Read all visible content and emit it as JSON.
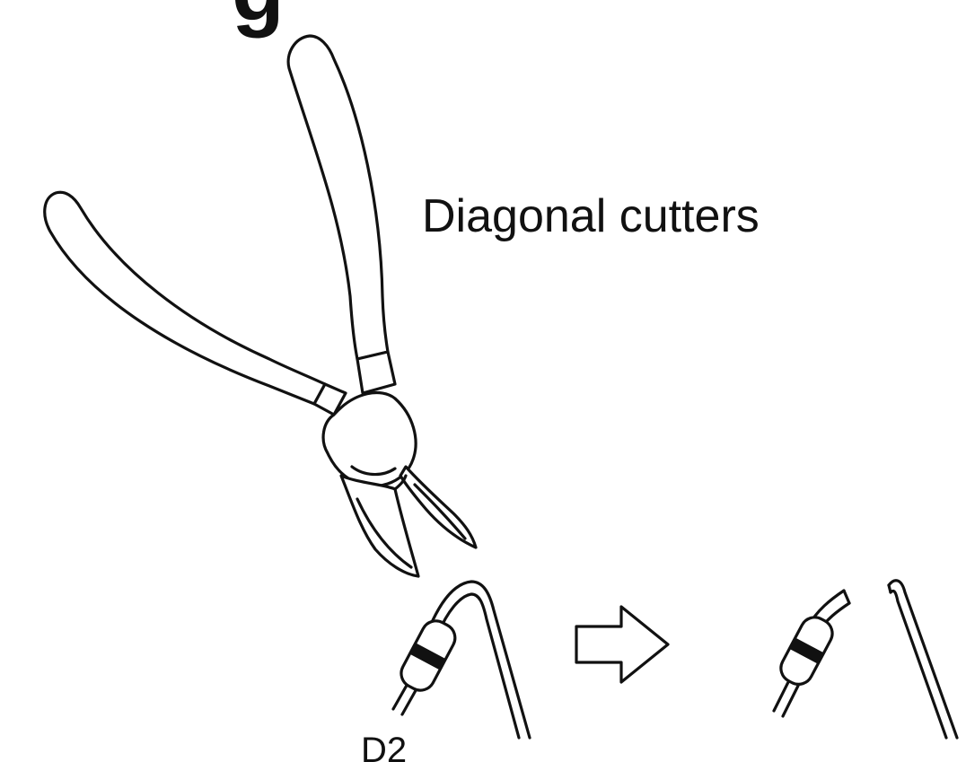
{
  "labels": {
    "title_fragment": "g",
    "tool_label": "Diagonal cutters",
    "component_label": "D2"
  },
  "icons": {
    "tool": "diagonal-cutters-icon",
    "arrow": "right-arrow-icon",
    "component_before": "diode-with-long-leads-icon",
    "component_after": "diode-with-trimmed-lead-icon",
    "offcut": "cut-lead-offcut-icon"
  },
  "colors": {
    "ink": "#111111",
    "paper": "#ffffff"
  }
}
